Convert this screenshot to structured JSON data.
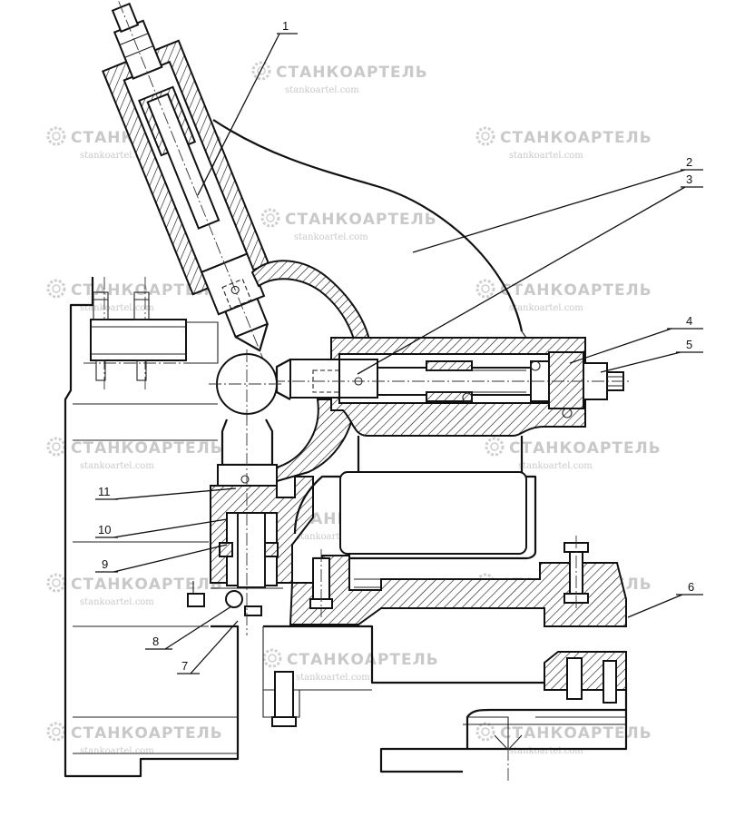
{
  "callouts": [
    {
      "label": "1"
    },
    {
      "label": "2"
    },
    {
      "label": "3"
    },
    {
      "label": "4"
    },
    {
      "label": "5"
    },
    {
      "label": "6"
    },
    {
      "label": "7"
    },
    {
      "label": "8"
    },
    {
      "label": "9"
    },
    {
      "label": "10"
    },
    {
      "label": "11"
    }
  ],
  "watermark": {
    "brand": "СТАНКОАРТЕЛЬ",
    "site": "stankoartel.com",
    "color": "#c9c9c9"
  },
  "colors": {
    "ink": "#111111",
    "paper": "#ffffff"
  }
}
